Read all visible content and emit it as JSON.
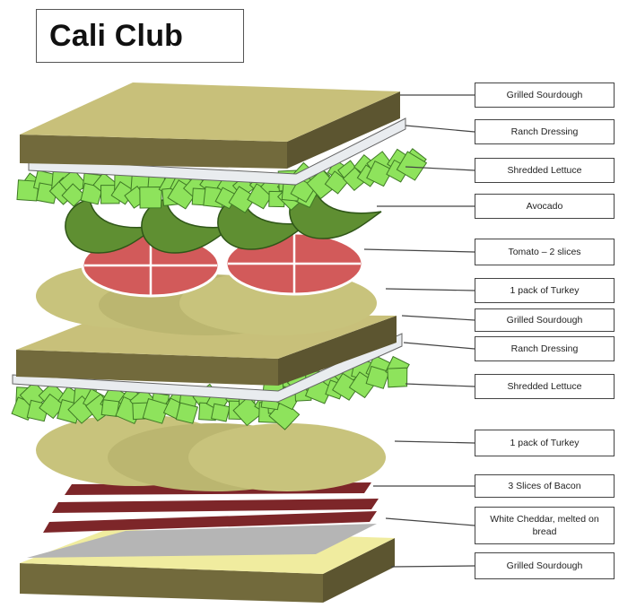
{
  "title": "Cali Club",
  "colors": {
    "bread_top": "#c8c07a",
    "bread_side": "#726a3c",
    "dressing": "#e9ecef",
    "lettuce": "#8ee35c",
    "lettuce_edge": "#3f7a25",
    "avocado": "#5f8f32",
    "tomato": "#d25a5a",
    "turkey": "#c8c37c",
    "bacon": "#7d2629",
    "cheese": "#b5b5b5",
    "bottom_bread_top": "#f0ec9f"
  },
  "labels": [
    {
      "id": "l1",
      "text": "Grilled Sourdough"
    },
    {
      "id": "l2",
      "text": "Ranch Dressing"
    },
    {
      "id": "l3",
      "text": "Shredded Lettuce"
    },
    {
      "id": "l4",
      "text": "Avocado"
    },
    {
      "id": "l5",
      "text": "Tomato – 2 slices"
    },
    {
      "id": "l6",
      "text": "1 pack of Turkey"
    },
    {
      "id": "l7",
      "text": "Grilled Sourdough"
    },
    {
      "id": "l8",
      "text": "Ranch Dressing"
    },
    {
      "id": "l9",
      "text": "Shredded Lettuce"
    },
    {
      "id": "l10",
      "text": "1 pack of Turkey"
    },
    {
      "id": "l11",
      "text": "3 Slices of Bacon"
    },
    {
      "id": "l12",
      "text": "White Cheddar, melted on bread"
    },
    {
      "id": "l13",
      "text": "Grilled Sourdough"
    }
  ]
}
